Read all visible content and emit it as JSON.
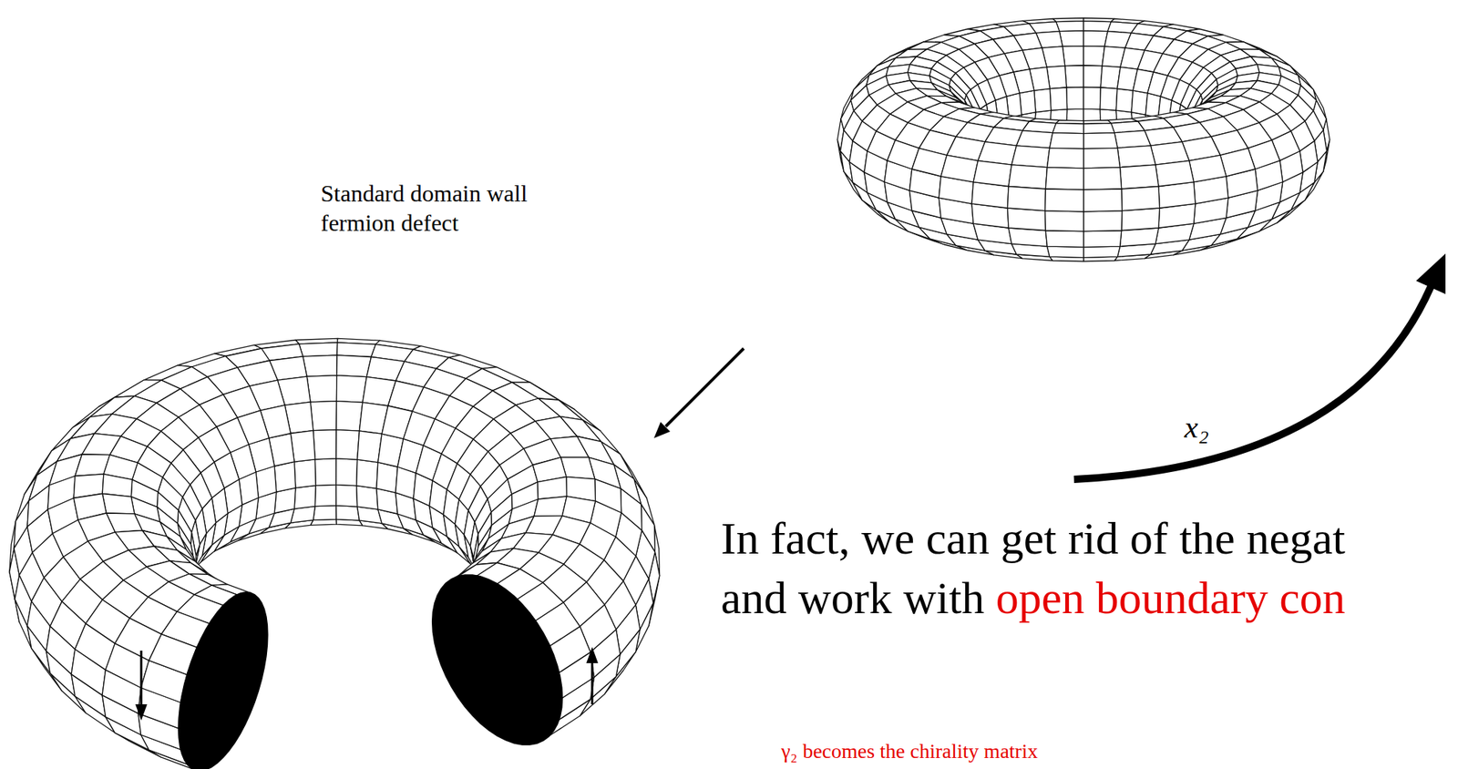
{
  "diagram": {
    "labels": [
      "Standard domain wall fermion defect",
      "x₂",
      "In fact, we can get rid of the negat",
      "and work with",
      "open boundary con",
      "γ₂ becomes the chirality matrix"
    ]
  }
}
